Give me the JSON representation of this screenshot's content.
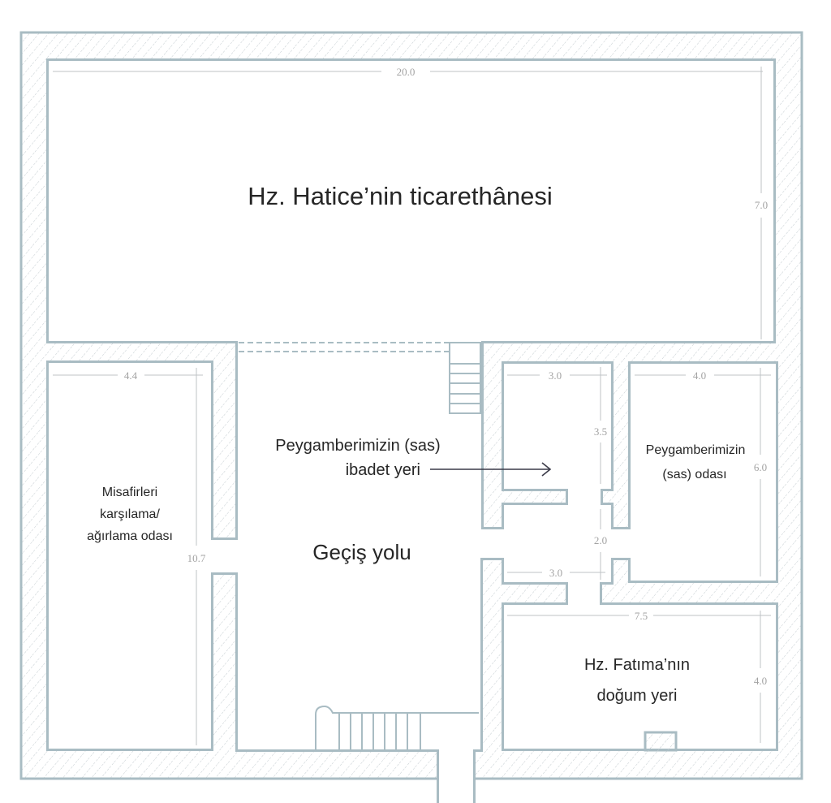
{
  "plan": {
    "colors": {
      "wall": "#a9bcc3",
      "hatch": "#c5cdd1",
      "text": "#262626",
      "dimension": "#a3a3a3"
    },
    "rooms": {
      "trade_house": "Hz. Hatice’nin ticarethânesi",
      "worship_line1": "Peygamberimizin (sas)",
      "worship_line2": "ibadet yeri",
      "prophet_room_line1": "Peygamberimizin",
      "prophet_room_line2": "(sas) odası",
      "guest_line1": "Misafirleri",
      "guest_line2": "karşılama/",
      "guest_line3": "ağırlama odası",
      "corridor": "Geçiş yolu",
      "fatima_line1": "Hz. Fatıma’nın",
      "fatima_line2": "doğum yeri"
    },
    "dimensions": {
      "trade_width": "20.0",
      "trade_depth": "7.0",
      "guest_width": "4.4",
      "guest_depth": "10.7",
      "worship_width": "3.0",
      "worship_depth": "3.5",
      "prophet_width": "4.0",
      "prophet_depth": "6.0",
      "passage_width": "2.0",
      "passage_length": "3.0",
      "fatima_width": "7.5",
      "fatima_depth": "4.0"
    }
  }
}
